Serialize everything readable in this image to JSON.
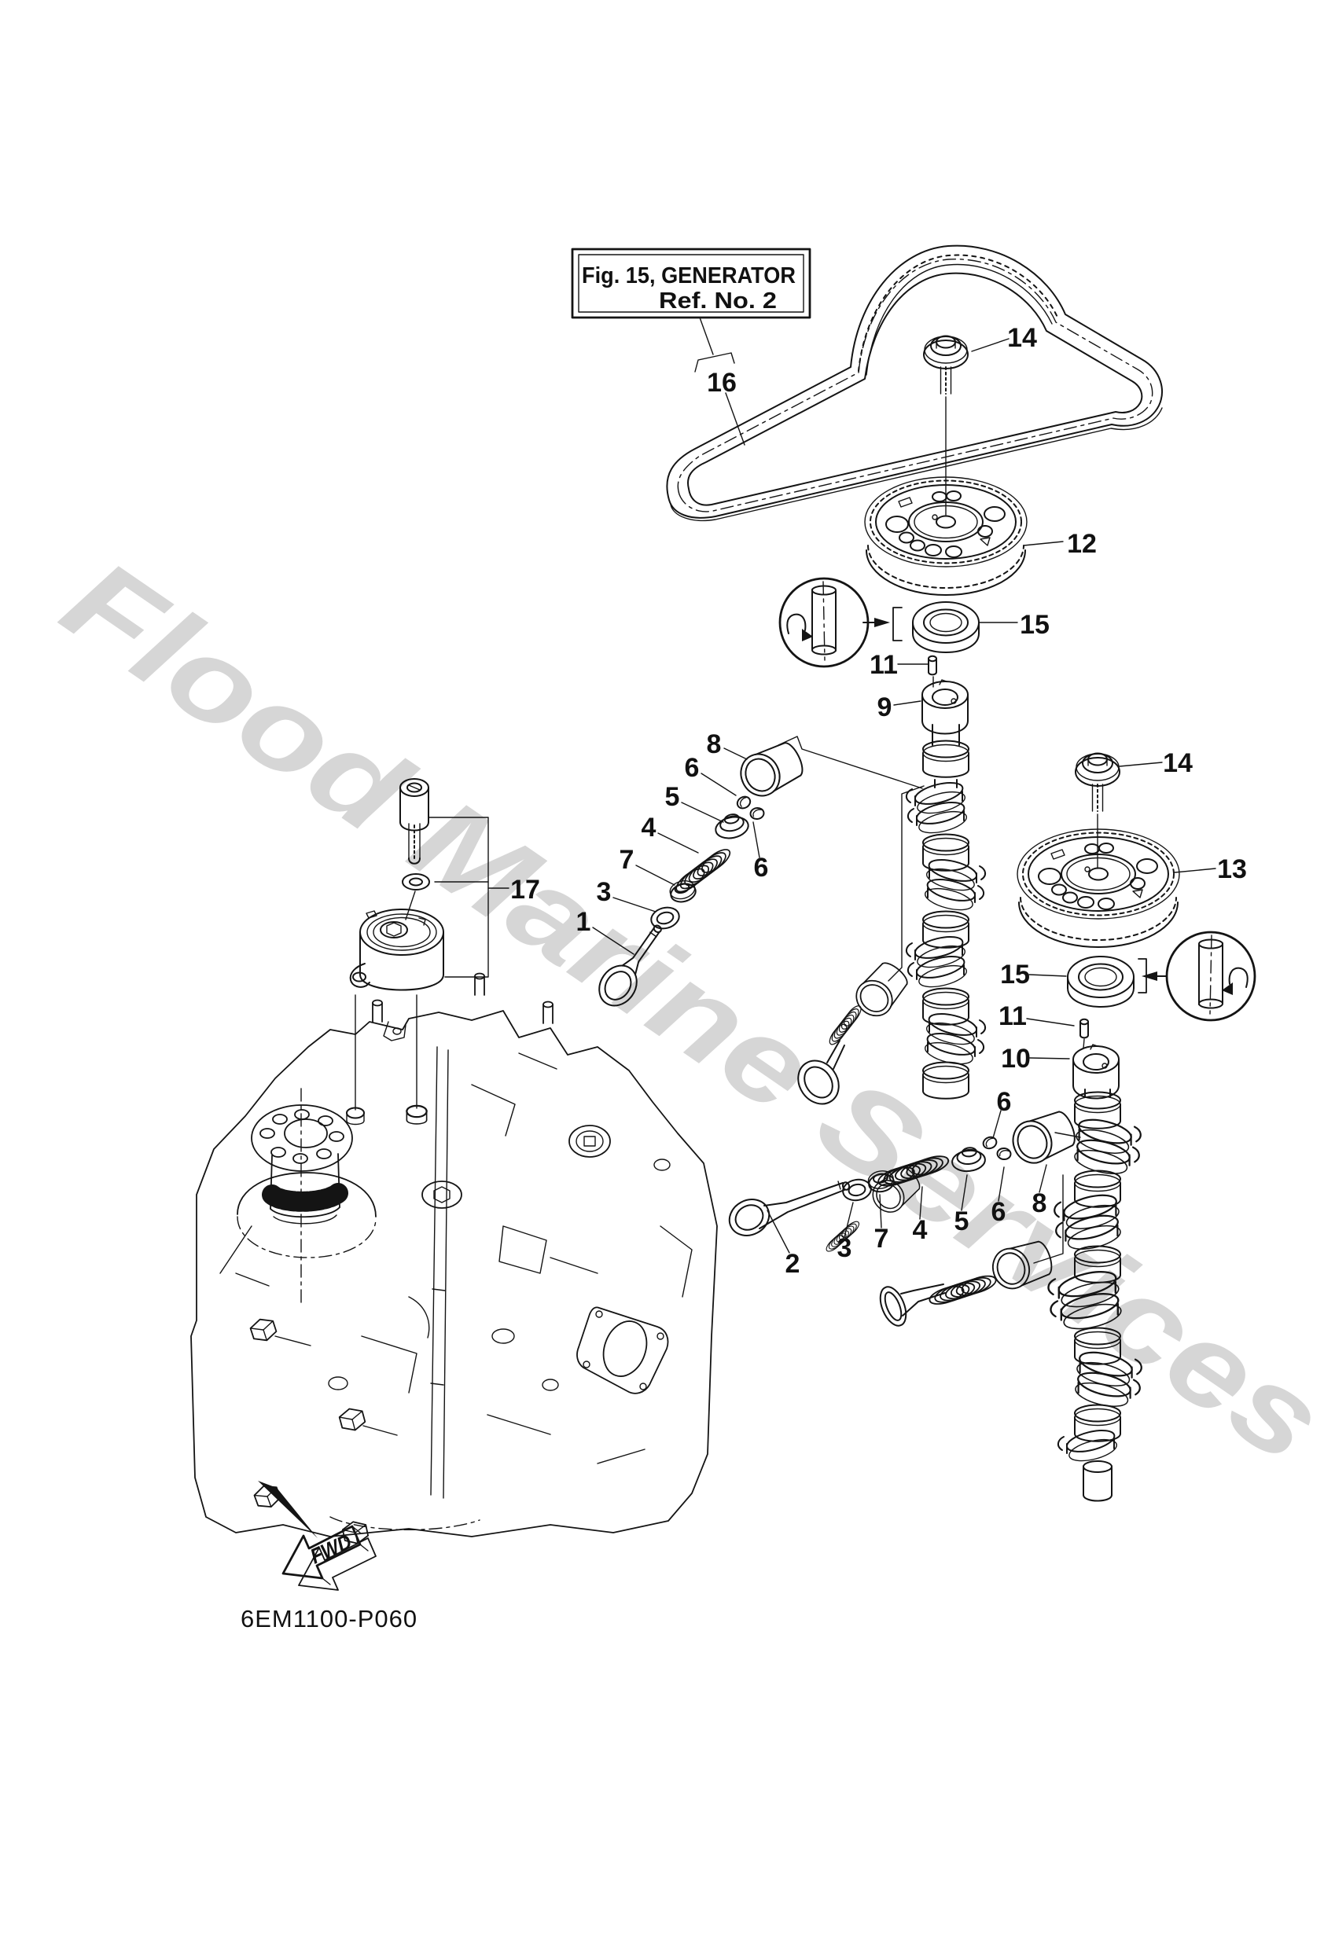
{
  "figure_box": {
    "line1": "Fig. 15, GENERATOR",
    "line2": "Ref. No. 2"
  },
  "drawing_code": "6EM1100-P060",
  "fwd_label": "FWD",
  "watermark": "Flood Marine Services",
  "callouts": {
    "n1": "1",
    "n2": "2",
    "n3": "3",
    "n4": "4",
    "n5": "5",
    "n6": "6",
    "n7": "7",
    "n8": "8",
    "n9": "9",
    "n10": "10",
    "n11": "11",
    "n12": "12",
    "n13": "13",
    "n14": "14",
    "n15": "15",
    "n16": "16",
    "n17": "17"
  },
  "colors": {
    "line": "#141414",
    "watermark": "#d6d6d6",
    "background": "#ffffff"
  }
}
